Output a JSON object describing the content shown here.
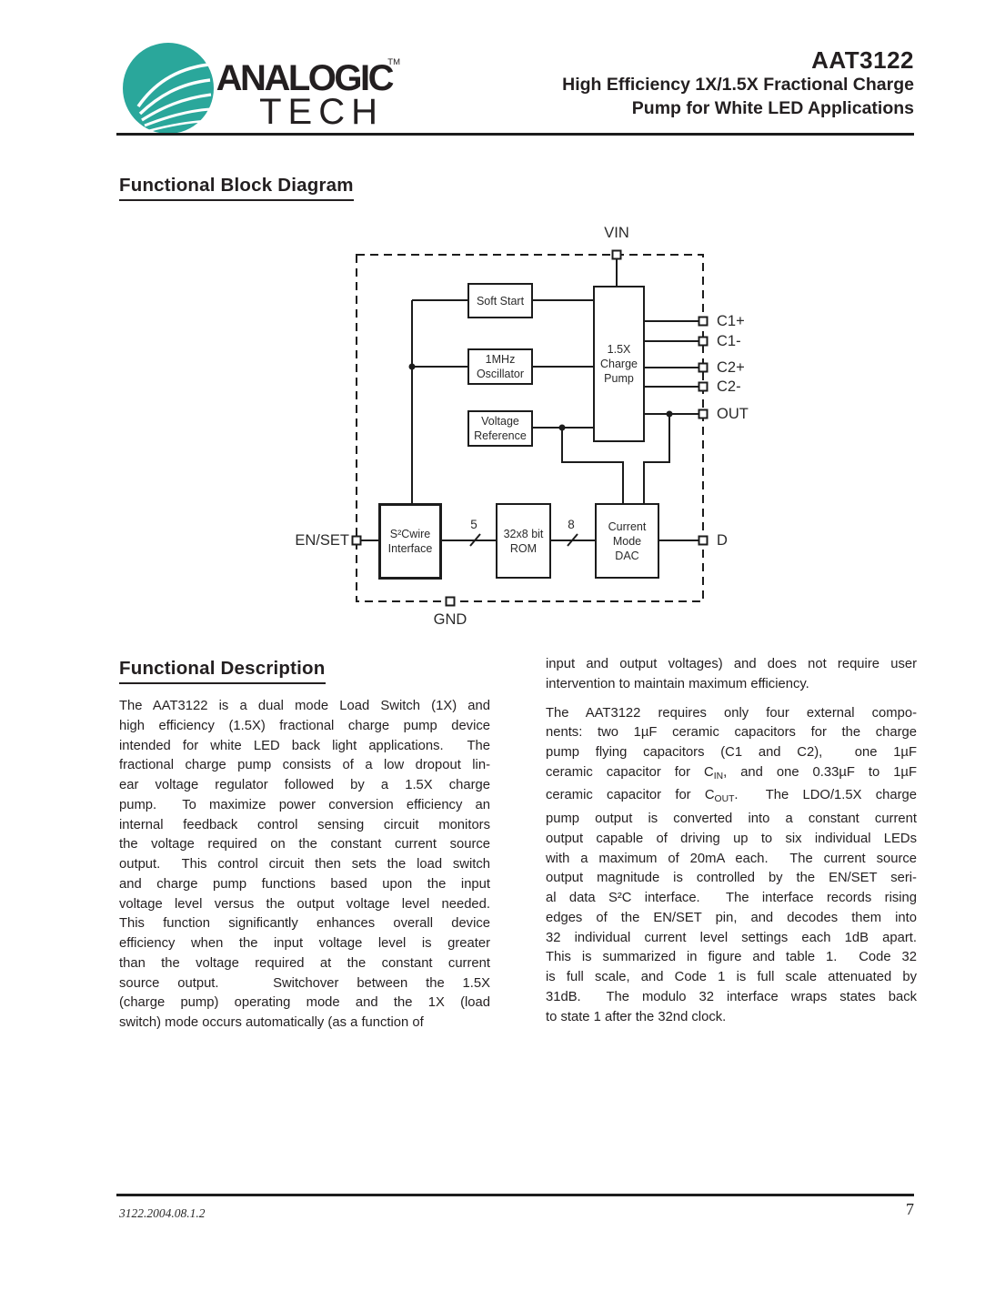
{
  "header": {
    "brand": {
      "name_top": "ANALOGIC",
      "name_bottom": "TECH",
      "trademark": "TM",
      "logo_color": "#2aa79b"
    },
    "part_number": "AAT3122",
    "subtitle_line1": "High Efficiency 1X/1.5X Fractional Charge",
    "subtitle_line2": "Pump for White LED Applications"
  },
  "sections": {
    "block_diagram_title": "Functional Block Diagram",
    "description_title": "Functional Description"
  },
  "diagram": {
    "blocks": {
      "soft_start": {
        "lines": [
          "Soft Start"
        ]
      },
      "oscillator": {
        "lines": [
          "1MHz",
          "Oscillator"
        ]
      },
      "voltage_reference": {
        "lines": [
          "Voltage",
          "Reference"
        ]
      },
      "charge_pump": {
        "lines": [
          "1.5X",
          "Charge",
          "Pump"
        ]
      },
      "s2cwire_interface": {
        "lines": [
          "S²Cwire",
          "Interface"
        ]
      },
      "rom": {
        "lines": [
          "32x8 bit",
          "ROM"
        ]
      },
      "current_mode_dac": {
        "lines": [
          "Current",
          "Mode",
          "DAC"
        ]
      }
    },
    "pins": {
      "vin": "VIN",
      "c1_plus": "C1+",
      "c1_minus": "C1-",
      "c2_plus": "C2+",
      "c2_minus": "C2-",
      "out": "OUT",
      "d": "D",
      "en_set": "EN/SET",
      "gnd": "GND"
    },
    "bus_widths": {
      "rom_input_bits": "5",
      "rom_output_bits": "8"
    }
  },
  "description": {
    "col_left": [
      {
        "lines": [
          "The AAT3122 is a dual mode Load Switch (1X) and",
          "high efficiency (1.5X) fractional charge pump device",
          "intended for white LED back light applications.  The",
          "fractional charge pump consists of a low dropout lin-",
          "ear voltage regulator followed by a 1.5X charge",
          "pump.  To maximize power conversion efficiency an",
          "internal feedback control sensing circuit monitors",
          "the voltage required on the constant current source",
          "output.  This control circuit then sets the load switch",
          "and charge pump functions based upon the input",
          "voltage level versus the output voltage level needed.",
          "This function significantly enhances overall device",
          "efficiency when the input voltage level is greater",
          "than the voltage required at the constant current",
          "source output.   Switchover between the 1.5X",
          "(charge pump) operating mode and the 1X (load",
          {
            "segs": [
              {
                "t": "switch) mode occurs automatically (as a function of"
              }
            ]
          }
        ]
      }
    ],
    "col_right": [
      {
        "lines": [
          "input and output voltages) and does not require user",
          "intervention to maintain maximum efficiency."
        ]
      },
      {
        "lines": [
          "The AAT3122 requires only four external compo-",
          "nents: two 1µF ceramic capacitors for the charge",
          "pump flying capacitors (C1 and C2),  one 1µF",
          {
            "segs": [
              {
                "t": "ceramic capacitor for C"
              },
              {
                "t": "IN",
                "m": "sub"
              },
              {
                "t": ", and one 0.33µF to 1µF"
              }
            ]
          },
          {
            "segs": [
              {
                "t": "ceramic capacitor for C"
              },
              {
                "t": "OUT",
                "m": "sub"
              },
              {
                "t": ".  The LDO/1.5X charge"
              }
            ]
          },
          "pump output is converted into a constant current",
          "output capable of driving up to six individual LEDs",
          "with a maximum of 20mA each.  The current source",
          "output magnitude is controlled by the EN/SET seri-",
          "al data S²C interface.  The interface records rising",
          "edges of the EN/SET pin, and decodes them into",
          "32 individual current level settings each 1dB apart.",
          "This is summarized in figure and table 1.  Code 32",
          "is full scale, and Code 1 is full scale attenuated by",
          "31dB.  The modulo 32 interface wraps states back",
          "to state 1 after the 32nd clock."
        ]
      }
    ]
  },
  "footer": {
    "doc_code": "3122.2004.08.1.2",
    "page_number": "7"
  }
}
